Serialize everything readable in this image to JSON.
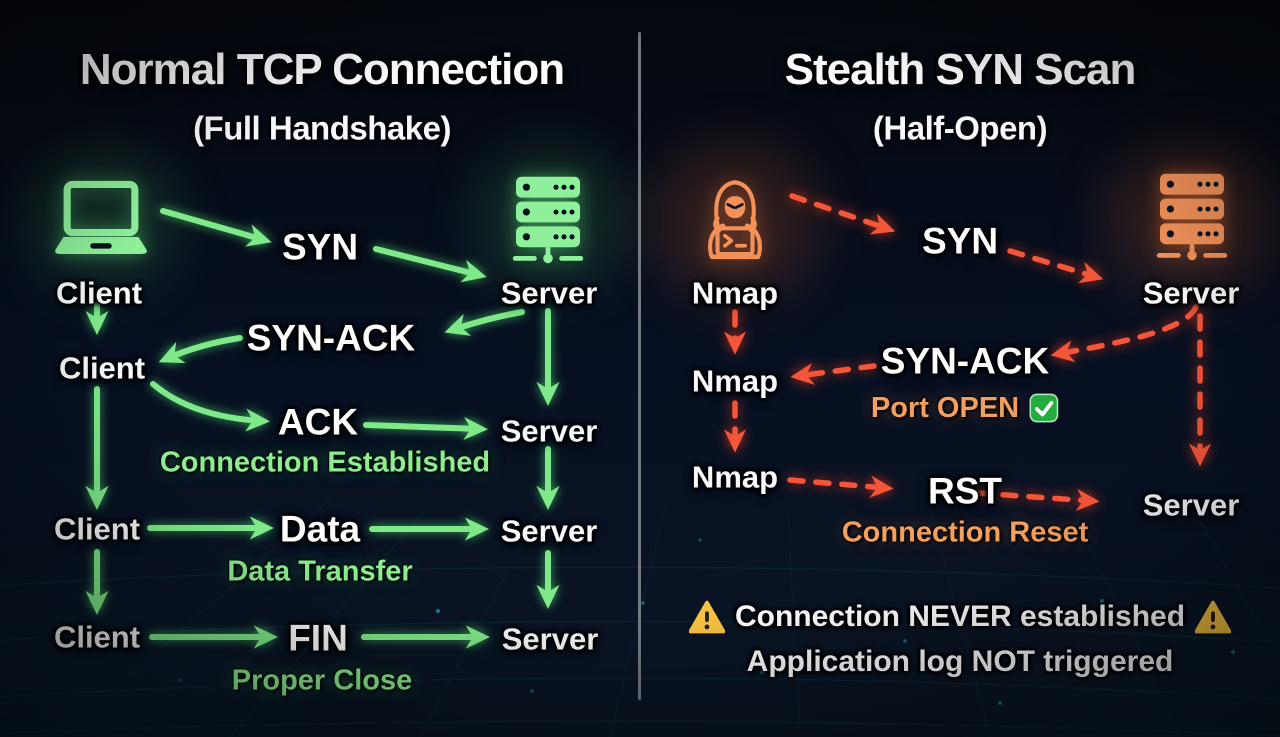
{
  "left_panel": {
    "title": "Normal TCP Connection",
    "subtitle": "(Full Handshake)",
    "client_label": "Client",
    "server_label": "Server",
    "steps": [
      {
        "message": "SYN"
      },
      {
        "message": "SYN-ACK"
      },
      {
        "message": "ACK",
        "caption": "Connection Established"
      },
      {
        "message": "Data",
        "caption": "Data Transfer"
      },
      {
        "message": "FIN",
        "caption": "Proper Close"
      }
    ]
  },
  "right_panel": {
    "title": "Stealth SYN Scan",
    "subtitle": "(Half-Open)",
    "attacker_label": "Nmap",
    "server_label": "Server",
    "steps": [
      {
        "message": "SYN"
      },
      {
        "message": "SYN-ACK",
        "caption": "Port OPEN",
        "caption_icon": "check-mark"
      },
      {
        "message": "RST",
        "caption": "Connection Reset"
      }
    ],
    "warning_icon": "warning-triangle",
    "warnings": [
      "Connection NEVER established",
      "Application log NOT triggered"
    ]
  },
  "icons": {
    "client": "laptop",
    "server": "server-rack",
    "attacker": "hooded-hacker-terminal"
  },
  "colors": {
    "normal_accent": "#7fe98a",
    "normal_caption": "#8ded8f",
    "scan_arrow": "#f4563a",
    "scan_caption": "#f2a05f",
    "check_green": "#23ad3c",
    "warning_yellow": "#f7c243",
    "divider_gray": "#8e9498",
    "background": "#070d18"
  }
}
